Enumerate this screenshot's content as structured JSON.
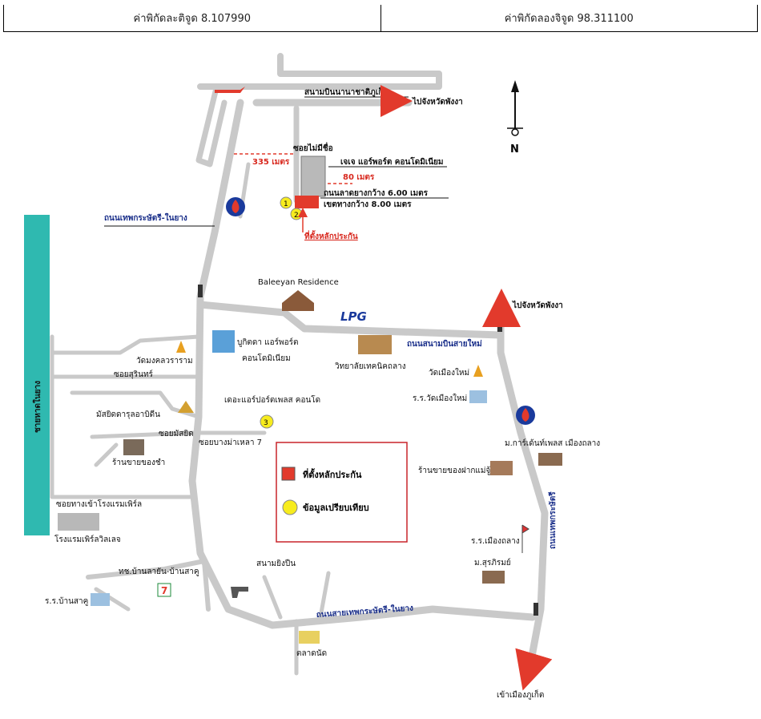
{
  "header": {
    "lat": "ค่าพิกัดละติจูด 8.107990",
    "lon": "ค่าพิกัดลองจิจูด 98.311100"
  },
  "map": {
    "airport": "สนามบินนานาชาติภูเก็ต",
    "to_phangnga_top": "ไปจังหวัดพังงา",
    "to_phangnga_right": "ไปจังหวัดพังงา",
    "north": "N",
    "soi_no_name": "ซอยไม่มีชื่อ",
    "condo_jj": "เจเจ แอร์พอร์ต คอนโดมิเนียม",
    "dist_335": "335 เมตร",
    "dist_80": "80 เมตร",
    "road_width": "ถนนลาดยางกว้าง 6.00 เมตร",
    "row_width": "เขตทางกว้าง 8.00 เมตร",
    "site_location": "ที่ตั้งหลักประกัน",
    "thepkrasattri_nai_yang": "ถนนเทพกระษัตรี-ในยาง",
    "beach": "ชายหาดในยาง",
    "baleeyan": "Baleeyan Residence",
    "lpg": "LPG",
    "new_airport_rd": "ถนนสนามบินสายใหม่",
    "wat_mongkol": "วัดมงคลวราราม",
    "buketa_1": "บูกิตดา แอร์พอร์ต",
    "buketa_2": "คอนโดมิเนียม",
    "tech_college": "วิทยาลัยเทคนิคถลาง",
    "wat_mueang_mai": "วัดเมืองใหม่",
    "school_mueang_mai": "ร.ร.วัดเมืองใหม่",
    "soi_surin": "ซอยสุรินทร์",
    "mosque": "มัสยิดดารุลอาบิดีน",
    "soi_masjid": "ซอยมัสยิด",
    "grocery": "ร้านขายของชำ",
    "the_airport_place": "เดอะแอร์ปอร์ตเพลส คอนโด",
    "soi_bang_ma_khao": "ซอยบางม่าเหลา 7",
    "legend_site": "ที่ตั้งหลักประกัน",
    "legend_compare": "ข้อมูลเปรียบเทียบ",
    "village_garden": "ม.การ์เด้นท์เพลส เมืองถลาง",
    "souvenir_shop": "ร้านขายของฝากแม่จู้",
    "soi_hotel": "ซอยทางเข้าโรงแรมเพิร์ล",
    "hotel": "โรงแรมเพิร์ลวิลเลจ",
    "school_thalang": "ร.ร.เมืองถลาง",
    "village_surasi": "ม.สุรภิรมย์",
    "thepkrasattri_rd": "ถนนเทพกระษัตรี",
    "road_ban_la_yan": "ทช.บ้านลายัน-บ้านสาคู",
    "shooting_range": "สนามยิงปืน",
    "school_sakhu": "ร.ร.บ้านสาคู",
    "thepkrasattri_nai_yang_2": "ถนนสายเทพกระษัตรี-ในยาง",
    "market": "ตลาดนัด",
    "to_phuket_city": "เข้าเมืองภูเก็ต",
    "marker_1": "1",
    "marker_2": "2",
    "marker_3": "3",
    "seven_eleven": "7"
  },
  "colors": {
    "road": "#c9c9c9",
    "sea": "#2fb9b0",
    "site": "#e23a2c",
    "compare": "#f7ec1e",
    "road_label": "#1a2f8a"
  }
}
